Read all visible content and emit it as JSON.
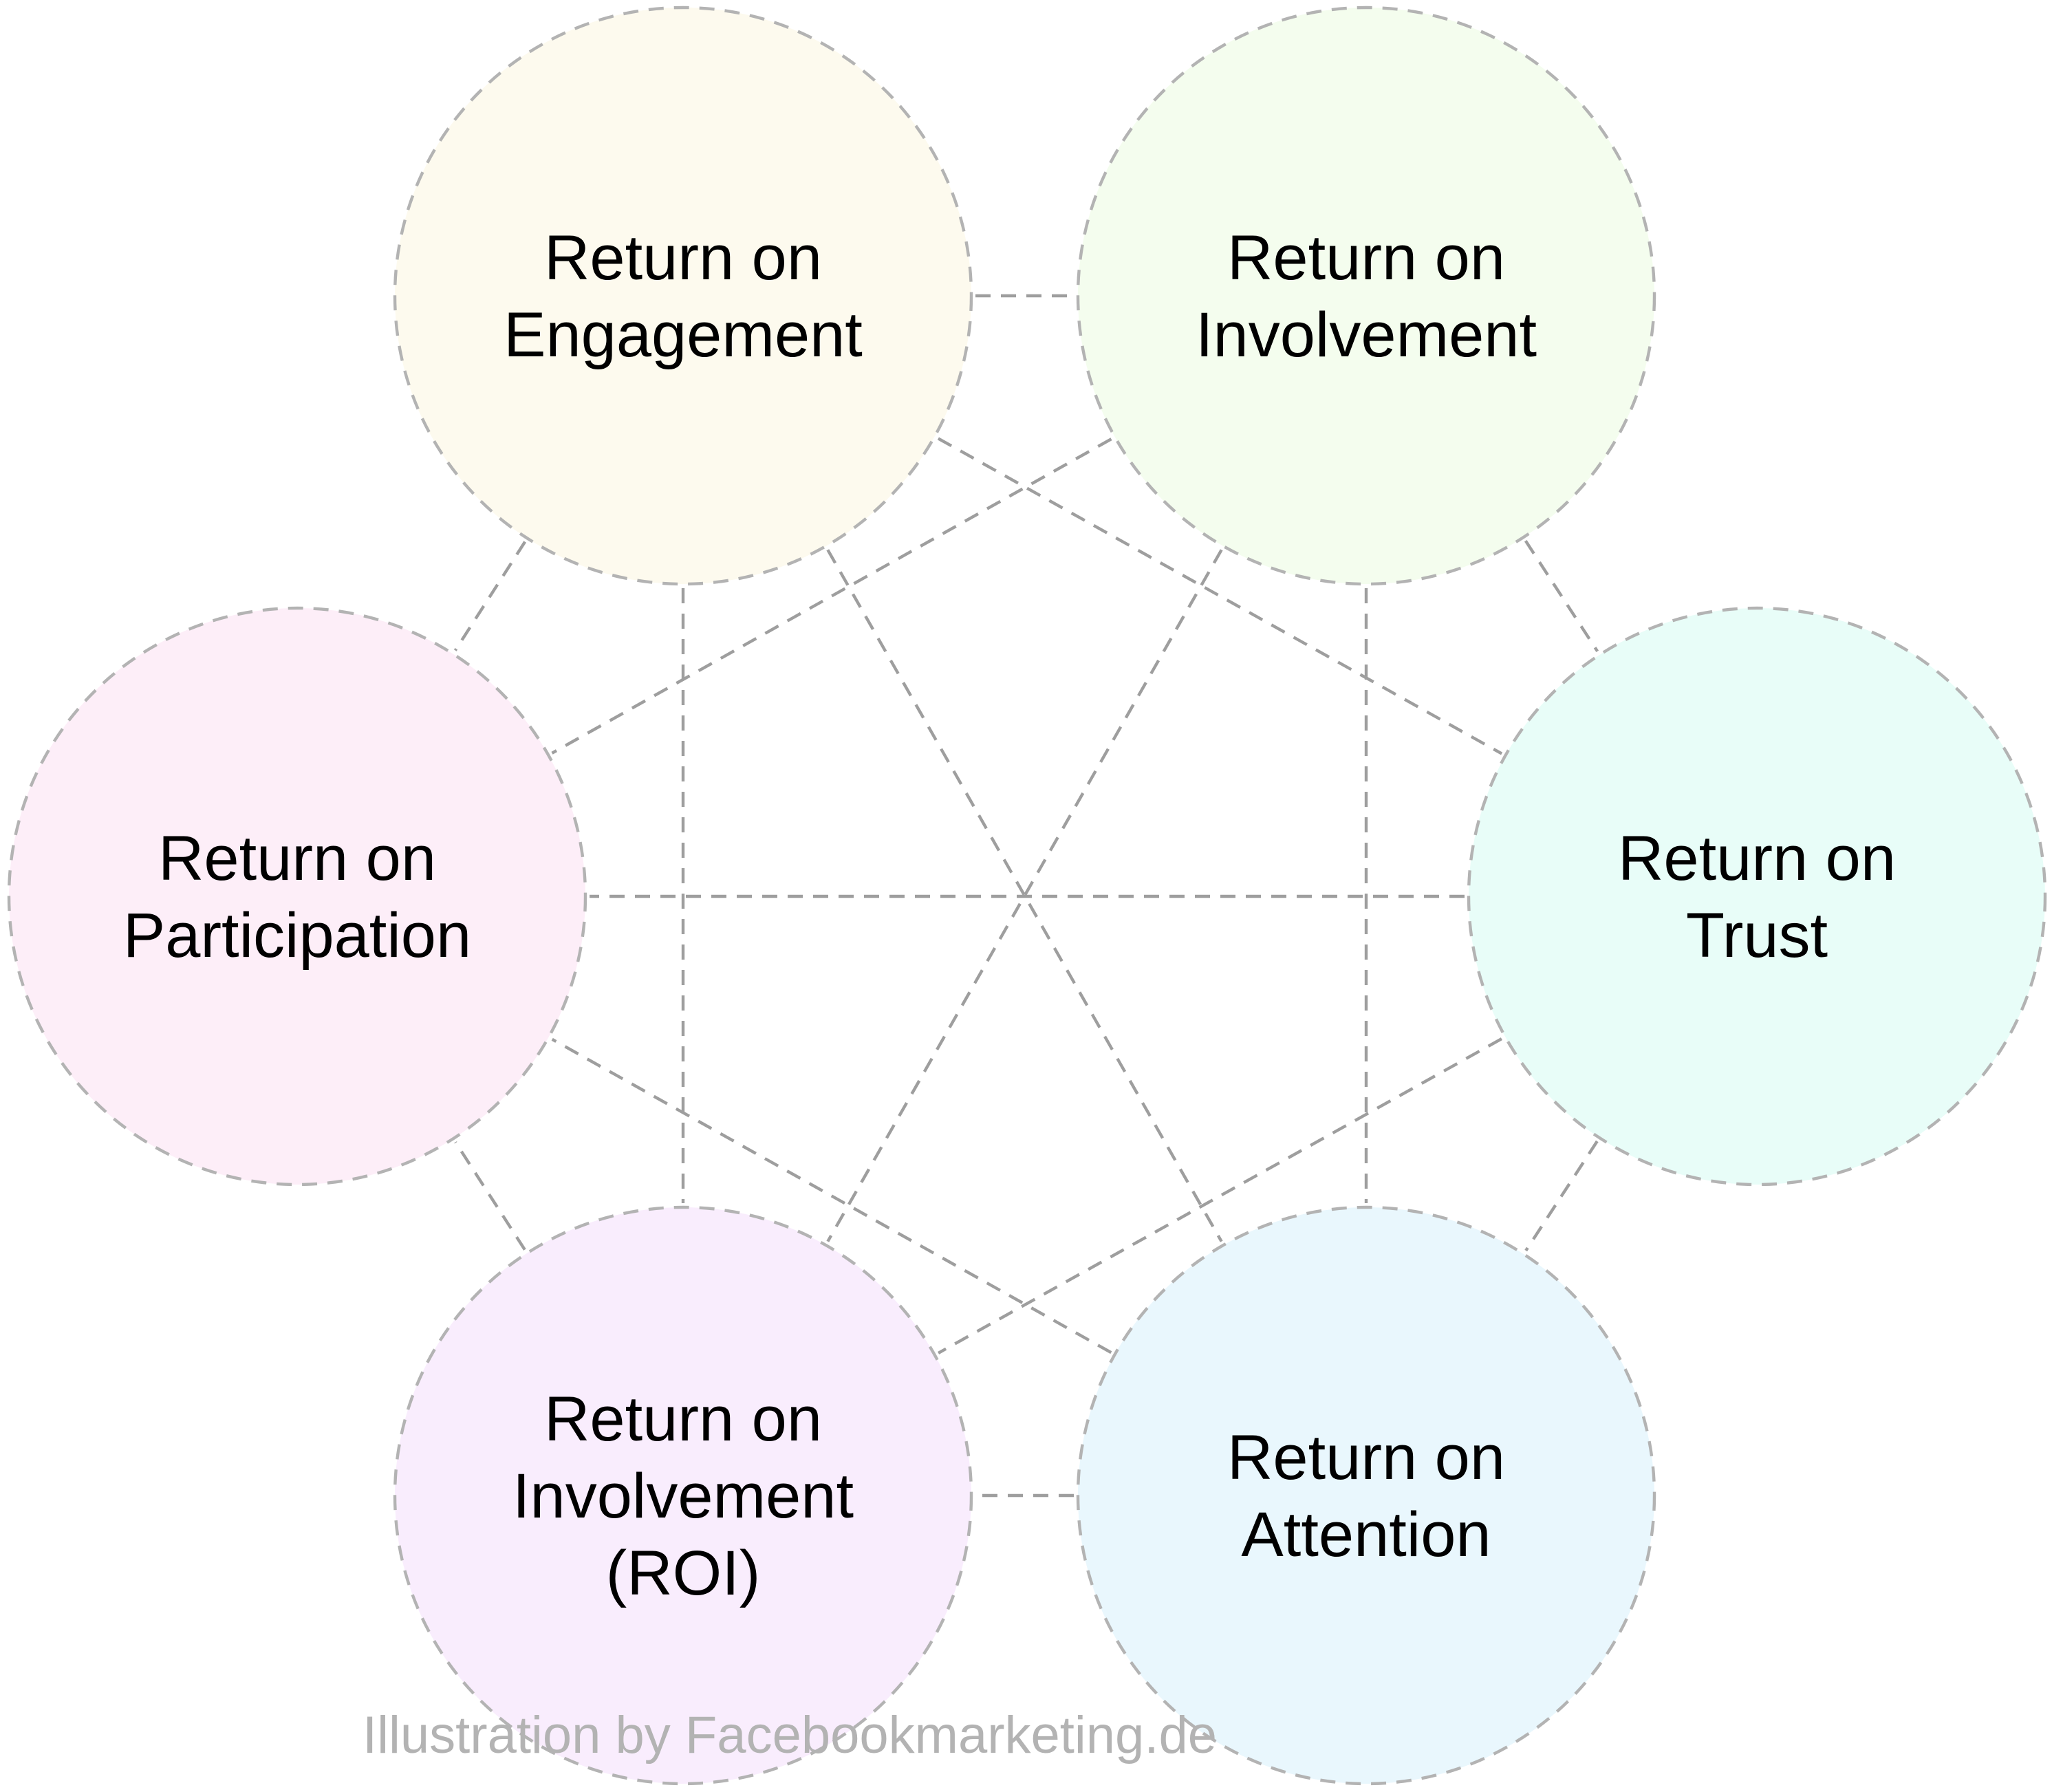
{
  "nodes": [
    {
      "id": "engagement",
      "lines": [
        "Return on",
        "Engagement"
      ],
      "fill": "#fdfaee"
    },
    {
      "id": "involvement",
      "lines": [
        "Return on",
        "Involvement"
      ],
      "fill": "#f4fdee"
    },
    {
      "id": "trust",
      "lines": [
        "Return on",
        "Trust"
      ],
      "fill": "#e8fdf8"
    },
    {
      "id": "attention",
      "lines": [
        "Return on",
        "Attention"
      ],
      "fill": "#e9f7fd"
    },
    {
      "id": "roi",
      "lines": [
        "Return on",
        "Involvement",
        "(ROI)"
      ],
      "fill": "#f9edfd"
    },
    {
      "id": "participation",
      "lines": [
        "Return on",
        "Participation"
      ],
      "fill": "#fdeef8"
    }
  ],
  "edges": [
    [
      "engagement",
      "involvement"
    ],
    [
      "engagement",
      "trust"
    ],
    [
      "engagement",
      "attention"
    ],
    [
      "engagement",
      "roi"
    ],
    [
      "engagement",
      "participation"
    ],
    [
      "involvement",
      "trust"
    ],
    [
      "involvement",
      "attention"
    ],
    [
      "involvement",
      "roi"
    ],
    [
      "involvement",
      "participation"
    ],
    [
      "trust",
      "attention"
    ],
    [
      "trust",
      "roi"
    ],
    [
      "trust",
      "participation"
    ],
    [
      "attention",
      "roi"
    ],
    [
      "attention",
      "participation"
    ],
    [
      "roi",
      "participation"
    ]
  ],
  "credit": "Illustration by Facebookmarketing.de",
  "colors": {
    "outline": "#b3b3b3",
    "connector": "#9e9e9e",
    "text": "#000000",
    "credit": "#b3b3b3"
  }
}
